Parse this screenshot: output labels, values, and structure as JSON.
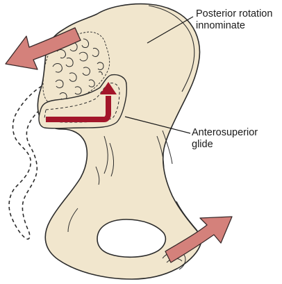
{
  "labels": {
    "posterior_rotation": [
      "Posterior rotation",
      "innominate"
    ],
    "anterosuperior_glide": [
      "Anterosuperior",
      "glide"
    ]
  },
  "colors": {
    "bone_fill": "#f1e6cd",
    "outline": "#2b2b2b",
    "arrow_fill": "#d4817b",
    "arrow_outline": "#3a2a2a",
    "glide_arrow": "#a3162a",
    "background": "#ffffff"
  },
  "icons": {
    "left_arrow": "rotation-arrow-icon",
    "right_arrow": "rotation-arrow-icon",
    "glide": "curved-arrow-icon"
  }
}
